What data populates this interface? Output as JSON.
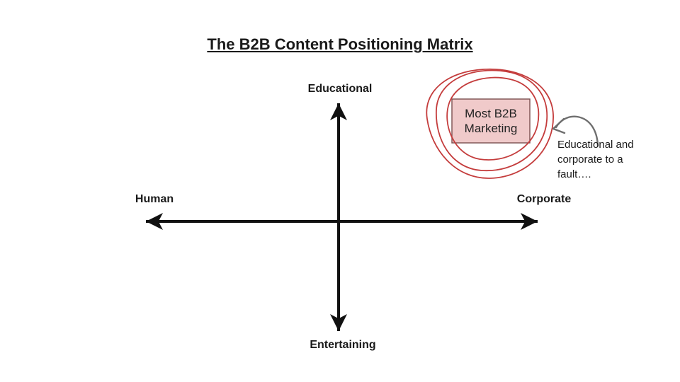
{
  "title": "The B2B Content Positioning Matrix",
  "axes": {
    "top_label": "Educational",
    "bottom_label": "Entertaining",
    "left_label": "Human",
    "right_label": "Corporate"
  },
  "highlight": {
    "box_label": "Most B2B\nMarketing",
    "annotation": "Educational and corporate to a fault…."
  },
  "colors": {
    "axis": "#111111",
    "scribble": "#c43c3c",
    "box_fill": "#f0caca",
    "box_border": "#7a4f4f",
    "annotation_arrow": "#6e6e6e"
  }
}
